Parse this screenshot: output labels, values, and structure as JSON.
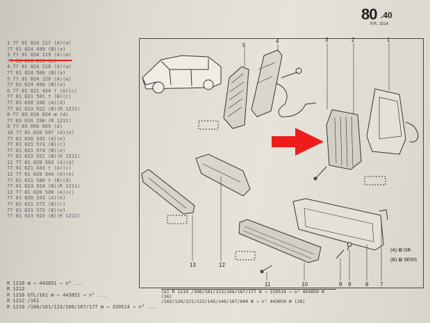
{
  "header": {
    "page_number": "80",
    "page_suffix": ".40",
    "tag": "P.R. 1014"
  },
  "left_list": [
    "1 77 01 024 217 (A)(a)",
    "77 01 024 499 (B)(a)",
    "3 77 01 024 219 (A)(a)",
    "77 03 016 290 (b)",
    "4 77 01 024 218 (A)(a)",
    "77 01 024 500 (B)(a)",
    "5 77 01 024 220 (A)(a)",
    "77 01 024 498 (B)(a)",
    "6 77 01 021 434 † (A)(c)",
    "77 01 021 581 † (B)(c)",
    "77 01 020 346 (A)(d)",
    "77 01 023 922 (B)(R 1211)",
    "8 77 03 016 024 ⊠ (d)",
    "77 03 016 290 (R 1211)",
    "9 77 03 056 059 (d)",
    "10 77 01 020 507 (A)(e)",
    "77 01 020 345 (A)(e)",
    "77 01 021 573 (B)(c)",
    "77 01 021 574 (B)(e)",
    "77 01 023 921 (B)(R 1211)",
    "11 77 01 020 563 (A)(d)",
    "77 01 021 433 † (A)(c)",
    "12 77 01 020 344 (A)(e)",
    "77 01 021 580 † (B)(d)",
    "77 01 023 924 (B)(R 1211)",
    "13 77 01 020 508 (A)(c)",
    "77 01 020 343 (A)(e)",
    "77 01 021 572 (B)(c)",
    "77 01 021 575 (B)(e)",
    "77 01 023 923 (B)(R 1211)"
  ],
  "callouts": [
    "1",
    "2",
    "3",
    "4",
    "5",
    "6",
    "7",
    "8",
    "9",
    "10",
    "11",
    "12",
    "13"
  ],
  "legend": [
    "(A) ⊠ GB",
    "(B) ⊠ SENS"
  ],
  "bottom_rows": [
    "R 1210 ⊠ ⇒ 443851 ⇒ n° ...",
    "R 1212",
    "R 1210 GTL/161 ⊠ ⇒ 443851 ⇒ n° ...",
    "R 1212 /161",
    "R 1210 /100/101/123/166/167/177 ⊠ ⇒ 339514 ⇒ n° ..."
  ],
  "bottom_box": [
    "(e)  R 1210 /100/101/123/166/167/177 ⊠ ⇒ 339514 ⇒ n° 443850 ⊠ (26)",
    "/102/120/121/122/145/146/167/600 ⊠ ⇒ n° 443850 ⊠ (26)"
  ],
  "colors": {
    "paper": "#e2dfd6",
    "ink": "#222222",
    "marker": "#e2231a",
    "arrow": "#ef1c1c"
  }
}
